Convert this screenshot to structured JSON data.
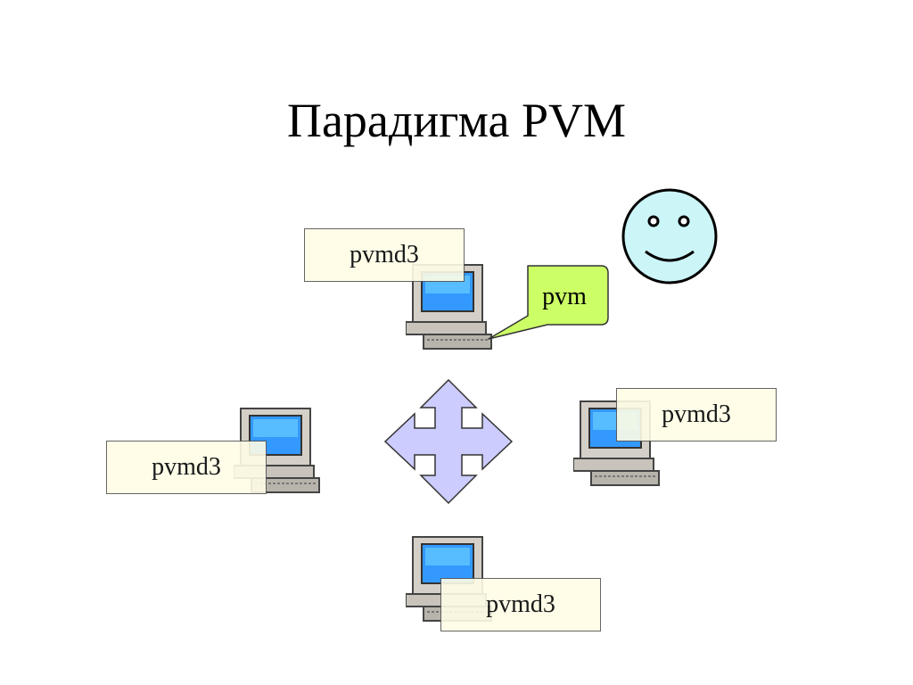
{
  "slide": {
    "title": "Парадигма PVM"
  },
  "nodes": [
    {
      "id": "top",
      "label": "pvmd3"
    },
    {
      "id": "right",
      "label": "pvmd3"
    },
    {
      "id": "left",
      "label": "pvmd3"
    },
    {
      "id": "bottom",
      "label": "pvmd3"
    }
  ],
  "callout": {
    "label": "pvm"
  },
  "colors": {
    "callout_fill": "#ccff66",
    "label_fill": "#fffde6",
    "arrow_fill": "#ccccff",
    "smiley_fill": "#ccf5f8",
    "screen_blue": "#3399ff",
    "computer_body": "#d4d0c8"
  },
  "icons": [
    "computer-icon",
    "smiley-icon",
    "four-way-arrow-icon"
  ]
}
